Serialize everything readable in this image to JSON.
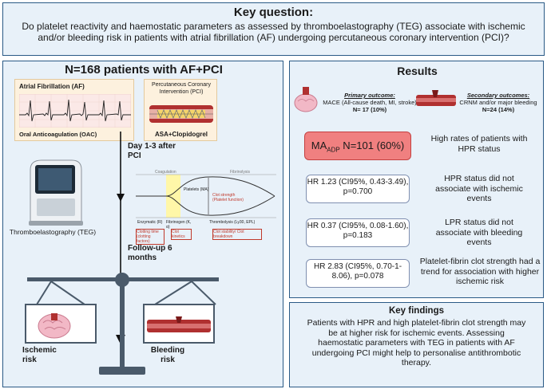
{
  "key_question": {
    "title": "Key question:",
    "text": "Do platelet reactivity and haemostatic parameters as assessed by thromboelastography (TEG) associate with ischemic and/or bleeding risk in patients with atrial fibrillation (AF) undergoing percutaneous coronary intervention (PCI)?"
  },
  "cohort": {
    "title": "N=168 patients with AF+PCI",
    "af_card": {
      "title": "Atrial Fibrillation (AF)",
      "caption": "Oral Anticoagulation (OAC)"
    },
    "pci_card": {
      "title": "Percutaneous Coronary Intervention (PCI)",
      "caption": "ASA+Clopidogrel"
    },
    "timeline": {
      "step1": "Day 1-3 after PCI",
      "step2": "Follow-up 6 months"
    },
    "device_label": "Thromboelastography (TEG)",
    "scale": {
      "left": "Ischemic risk",
      "right": "Bleeding risk"
    },
    "teg_trace": {
      "top_labels": [
        "Coagulation",
        "Fibrinolysis"
      ],
      "inner_labels": [
        "Platelets (MA)",
        "Clot strength (Platelet function)"
      ],
      "bottom_labels": [
        "Enzymatic (R)",
        "Fibrinogen (K, α)",
        "Thrombolysis (Ly30, EPL)"
      ],
      "boxes": [
        "Clotting time (clotting factors)",
        "Clot kinetics",
        "Clot stability/ Clot breakdown"
      ]
    }
  },
  "results": {
    "title": "Results",
    "primary": {
      "label": "Primary outcome:",
      "desc": "MACE (All-cause death, MI, stroke)",
      "n": "N= 17 (10%)"
    },
    "secondary": {
      "label": "Secondary outcomes:",
      "desc": "CRNM and/or major bleeding",
      "n": "N=24 (14%)"
    },
    "findings": [
      {
        "box_main": "MA",
        "box_sub": "ADP",
        "box_rest": " N=101 (60%)",
        "note": "High rates of patients with HPR status"
      },
      {
        "box": "HR 1.23 (CI95%, 0.43-3.49), p=0.700",
        "note": "HPR status did not associate with ischemic events"
      },
      {
        "box": "HR 0.37 (CI95%, 0.08-1.60), p=0.183",
        "note": "LPR status did not associate with bleeding events"
      },
      {
        "box": "HR 2.83 (CI95%, 0.70-1-8.06), p=0.078",
        "note": "Platelet-fibrin clot strength had a trend for association with higher ischemic risk"
      }
    ]
  },
  "key_findings": {
    "title": "Key findings",
    "text": "Patients with HPR and high platelet-fibrin clot strength may be at higher risk for ischemic events. Assessing haemostatic parameters with TEG in patients with AF undergoing PCI might help to personalise antithrombotic therapy."
  },
  "colors": {
    "panel_bg": "#e8f1f9",
    "panel_border": "#2a5a86",
    "card_bg": "#fdf1de",
    "highlight_red": "#f08080",
    "vessel": "#b03030"
  },
  "icons": [
    "ecg-icon",
    "stent-icon",
    "teg-device-icon",
    "arrow-down-icon",
    "brain-icon",
    "vessel-icon",
    "balance-scale-icon"
  ]
}
